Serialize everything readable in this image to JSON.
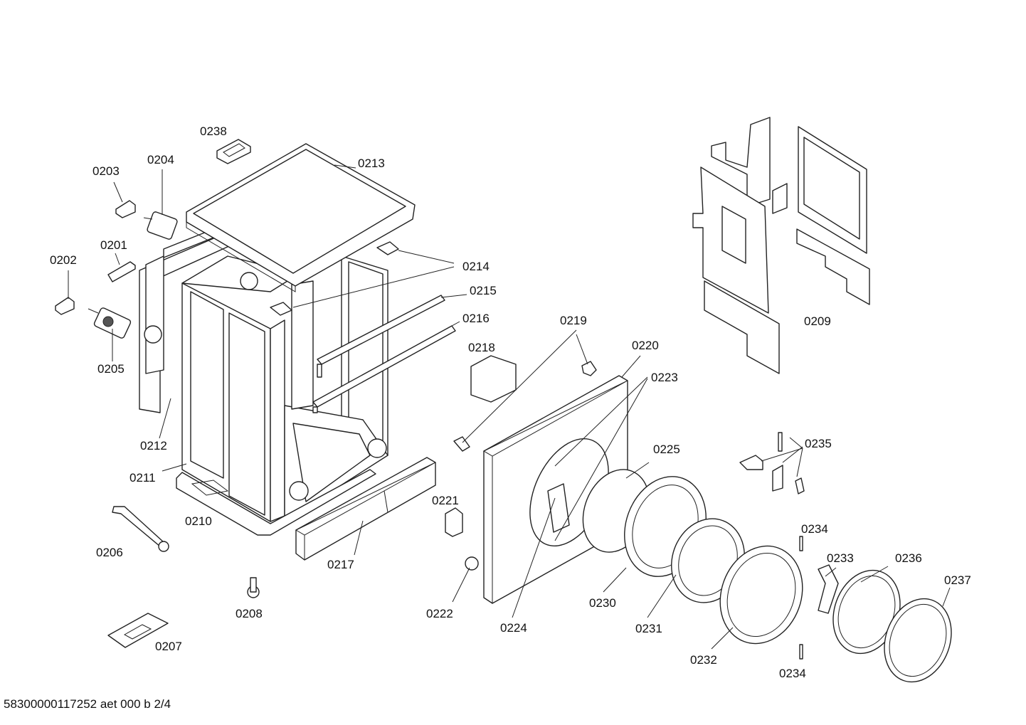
{
  "labels": {
    "p0201": "0201",
    "p0202": "0202",
    "p0203": "0203",
    "p0204": "0204",
    "p0205": "0205",
    "p0206": "0206",
    "p0207": "0207",
    "p0208": "0208",
    "p0209": "0209",
    "p0210": "0210",
    "p0211": "0211",
    "p0212": "0212",
    "p0213": "0213",
    "p0214": "0214",
    "p0215": "0215",
    "p0216": "0216",
    "p0217": "0217",
    "p0218": "0218",
    "p0219": "0219",
    "p0220": "0220",
    "p0221": "0221",
    "p0222": "0222",
    "p0223": "0223",
    "p0224": "0224",
    "p0225": "0225",
    "p0230": "0230",
    "p0231": "0231",
    "p0232": "0232",
    "p0233": "0233",
    "p0234a": "0234",
    "p0234b": "0234",
    "p0235": "0235",
    "p0236": "0236",
    "p0237": "0237",
    "p0238": "0238"
  },
  "footer": "58300000117252 aet 000 b 2/4"
}
